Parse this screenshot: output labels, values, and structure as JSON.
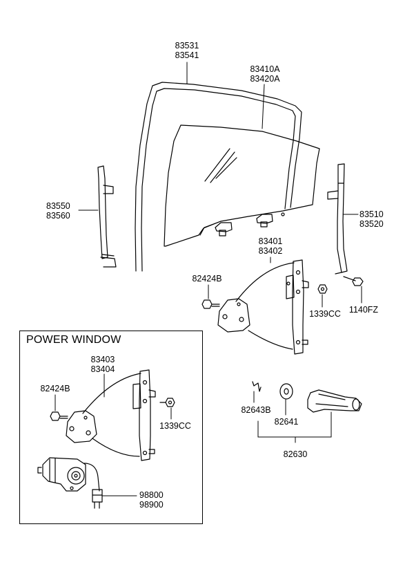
{
  "inset": {
    "title": "POWER WINDOW"
  },
  "callouts": {
    "c1": [
      "83531",
      "83541"
    ],
    "c2": [
      "83410A",
      "83420A"
    ],
    "c3": [
      "83550",
      "83560"
    ],
    "c4": [
      "83510",
      "83520"
    ],
    "c5": [
      "83401",
      "83402"
    ],
    "c6": [
      "82424B"
    ],
    "c7": [
      "1339CC"
    ],
    "c8": [
      "1140FZ"
    ],
    "c9": [
      "83403",
      "83404"
    ],
    "c10": [
      "82424B"
    ],
    "c11": [
      "1339CC"
    ],
    "c12": [
      "98800",
      "98900"
    ],
    "c13": [
      "82643B"
    ],
    "c14": [
      "82641"
    ],
    "c15": [
      "82630"
    ]
  }
}
